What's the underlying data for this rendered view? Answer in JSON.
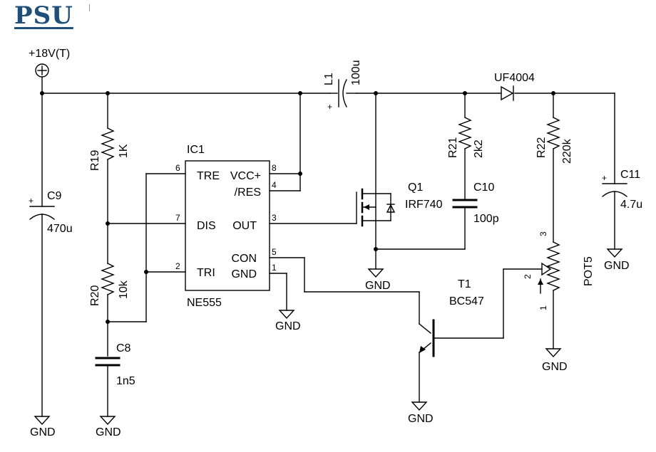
{
  "title": "PSU",
  "supply": {
    "label": "+18V(T)"
  },
  "ic": {
    "ref": "IC1",
    "part": "NE555",
    "pins_left": [
      {
        "num": "6",
        "name": "TRE"
      },
      {
        "num": "7",
        "name": "DIS"
      },
      {
        "num": "2",
        "name": "TRI"
      }
    ],
    "pins_right": [
      {
        "num": "8",
        "name": "VCC+"
      },
      {
        "num": "4",
        "name": "/RES"
      },
      {
        "num": "3",
        "name": "OUT"
      },
      {
        "num": "5",
        "name": "CON"
      },
      {
        "num": "1",
        "name": "GND"
      }
    ]
  },
  "components": {
    "r19": {
      "ref": "R19",
      "value": "1K"
    },
    "r20": {
      "ref": "R20",
      "value": "10k"
    },
    "r21": {
      "ref": "R21",
      "value": "2k2"
    },
    "r22": {
      "ref": "R22",
      "value": "220k"
    },
    "c8": {
      "ref": "C8",
      "value": "1n5"
    },
    "c9": {
      "ref": "C9",
      "value": "470u"
    },
    "c10": {
      "ref": "C10",
      "value": "100p"
    },
    "c11": {
      "ref": "C11",
      "value": "4.7u"
    },
    "l1": {
      "ref": "L1",
      "value": "100u"
    },
    "d1": {
      "part": "UF4004"
    },
    "q1": {
      "ref": "Q1",
      "part": "IRF740"
    },
    "t1": {
      "ref": "T1",
      "part": "BC547"
    },
    "pot5": {
      "ref": "POT5",
      "pins": [
        "3",
        "2",
        "1"
      ]
    }
  },
  "gnd_label": "GND",
  "plus_sign": "+",
  "colors": {
    "title": "#1f4e79",
    "wire": "#000000"
  }
}
